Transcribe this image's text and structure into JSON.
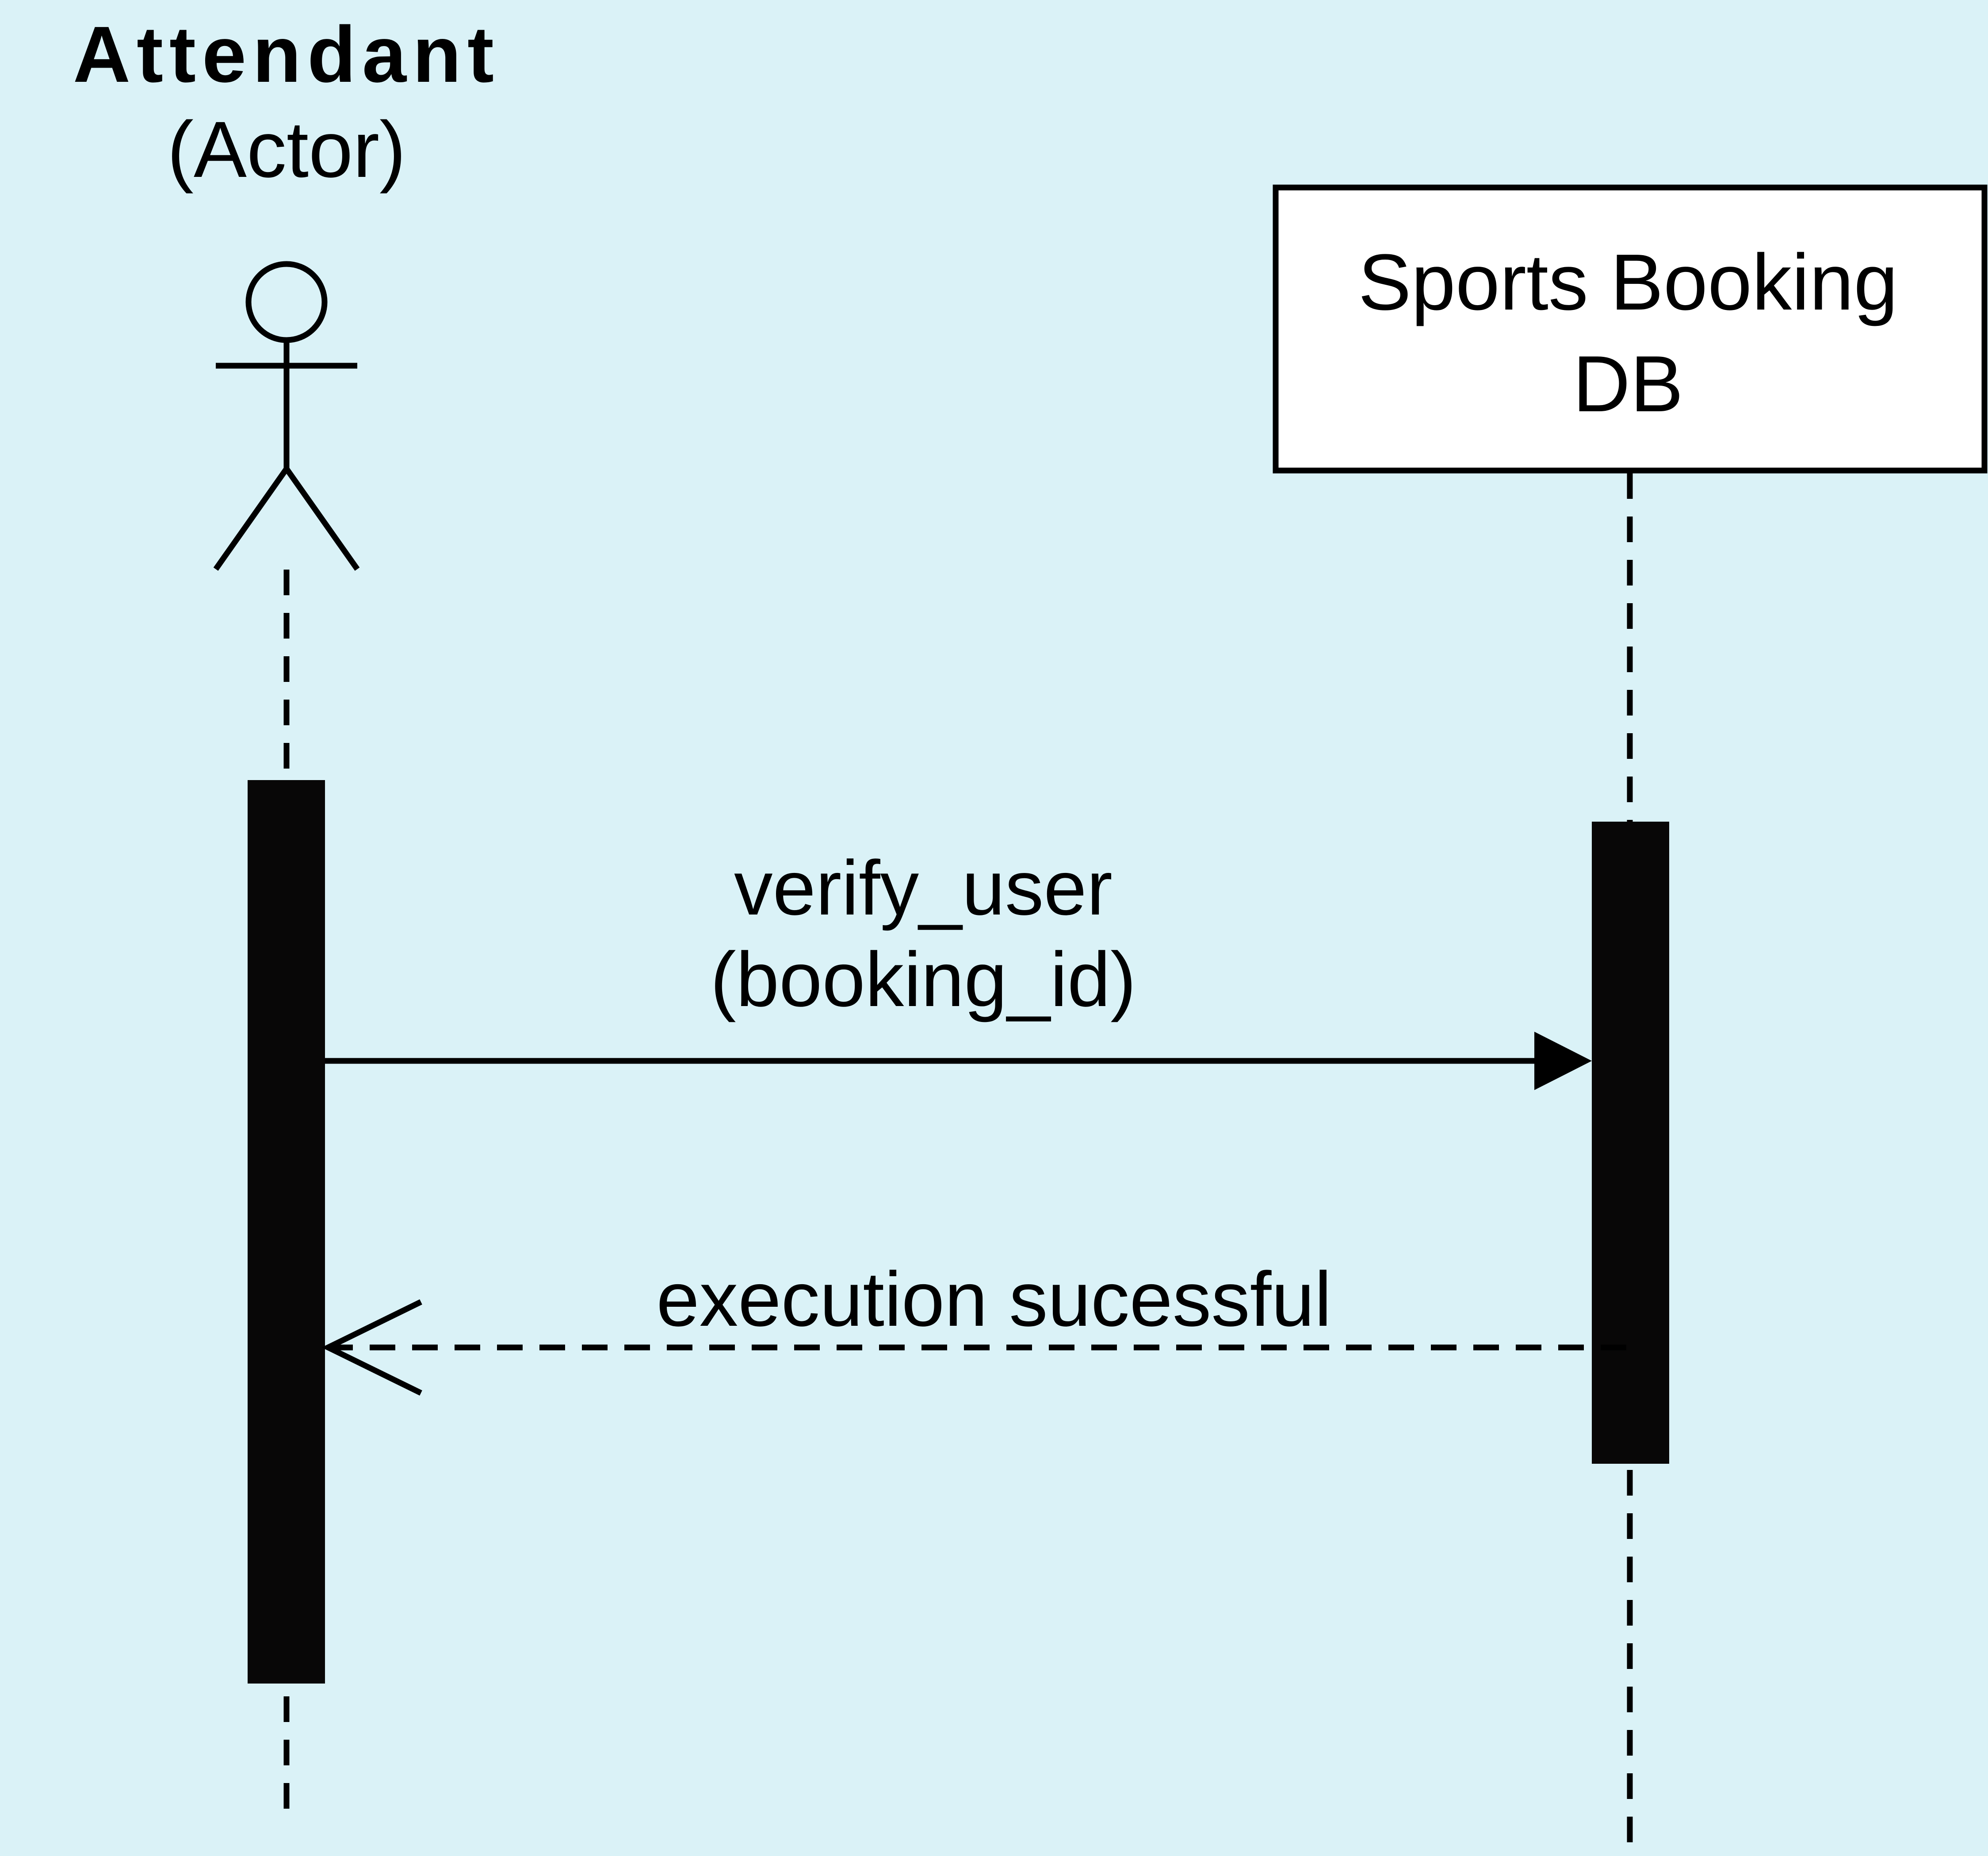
{
  "background_color": "#daf2f7",
  "actor": {
    "name": "Attendant",
    "role": "(Actor)",
    "icon": "stick-figure-icon"
  },
  "participant": {
    "line1": "Sports Booking",
    "line2": "DB"
  },
  "messages": [
    {
      "line1": "verify_user",
      "line2": "(booking_id)",
      "kind": "synchronous-call"
    },
    {
      "line1": "execution sucessful",
      "kind": "return"
    }
  ]
}
